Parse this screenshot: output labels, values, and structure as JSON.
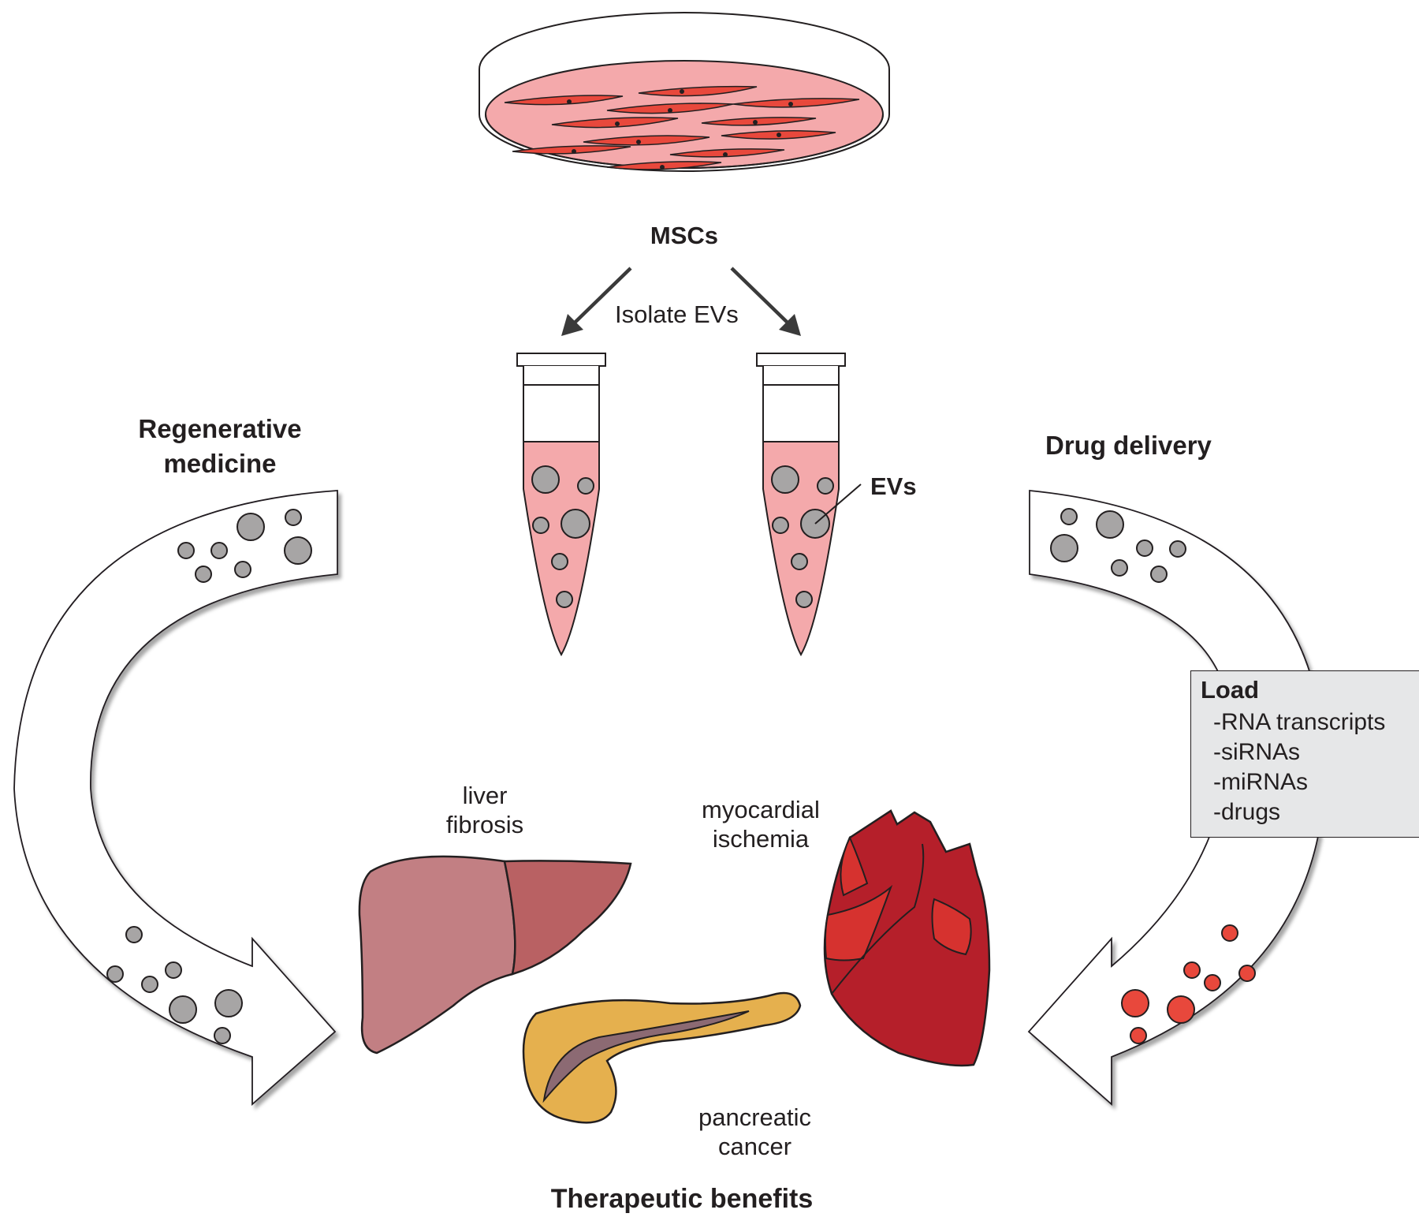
{
  "labels": {
    "mscs": "MSCs",
    "isolate": "Isolate EVs",
    "evs": "EVs",
    "regenerative_line1": "Regenerative",
    "regenerative_line2": "medicine",
    "drug_delivery": "Drug delivery",
    "liver_line1": "liver",
    "liver_line2": "fibrosis",
    "myocardial_line1": "myocardial",
    "myocardial_line2": "ischemia",
    "pancreatic_line1": "pancreatic",
    "pancreatic_line2": "cancer",
    "therapeutic": "Therapeutic benefits"
  },
  "load_box": {
    "title": "Load",
    "items": [
      "-RNA transcripts",
      "-siRNAs",
      "-miRNAs",
      "-drugs"
    ]
  },
  "colors": {
    "dish_medium": "#f4a9ab",
    "cell": "#e8483c",
    "ev_unloaded": "#a7a5a5",
    "ev_loaded": "#e8483c",
    "liver_left": "#c27f83",
    "liver_right": "#b96163",
    "pancreas": "#e5b04e",
    "pancreas_duct": "#8c6a73",
    "heart_main": "#b51f2a",
    "heart_light": "#d6322f",
    "load_box_bg": "#e6e7e8",
    "outline": "#231f20"
  }
}
